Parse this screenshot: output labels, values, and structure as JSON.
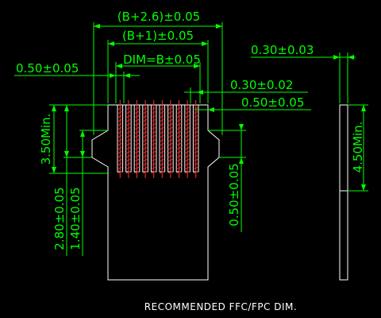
{
  "drawing": {
    "dimensions": {
      "overall_width": "(B+2.6)±0.05",
      "inner_width": "(B+1)±0.05",
      "pitch_span": "DIM=B±0.05",
      "edge_offset_left": "0.50±0.05",
      "contact_width": "0.30±0.02",
      "edge_offset_right": "0.50±0.05",
      "thickness": "0.30±0.03",
      "contact_min_length": "3.50Min.",
      "tab_depth": "2.80±0.05",
      "step_depth": "1.40±0.05",
      "stiffener_offset": "0.50±0.05",
      "side_min_length": "4.50Min."
    },
    "caption": "RECOMMENDED FFC/FPC DIM.",
    "contact_count": 10,
    "colors": {
      "background": "#000000",
      "dimension": "#00ff00",
      "outline": "#ffffff",
      "centerline": "#ff3030"
    }
  }
}
